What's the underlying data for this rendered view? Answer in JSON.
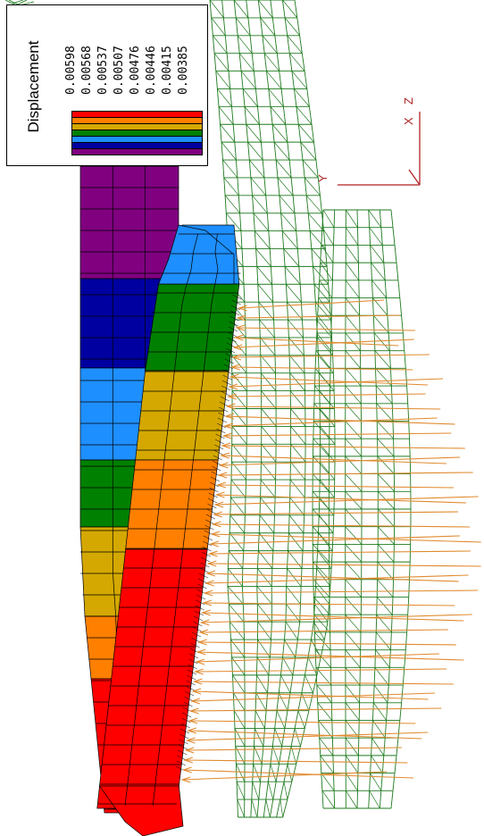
{
  "legend": {
    "title": "Displacement",
    "values": [
      "0.00598",
      "0.00568",
      "0.00537",
      "0.00507",
      "0.00476",
      "0.00446",
      "0.00415",
      "0.00385"
    ],
    "colors": [
      "#ff0000",
      "#ff7f00",
      "#d4a800",
      "#008000",
      "#1e8fff",
      "#0000a0",
      "#800080"
    ]
  },
  "axes": {
    "labels": [
      "X",
      "Y",
      "Z"
    ],
    "color": "#b22222"
  },
  "colors": {
    "mesh_edge": "#000000",
    "wireframe": "#1e7a1e",
    "arrow": "#e08a2e"
  }
}
